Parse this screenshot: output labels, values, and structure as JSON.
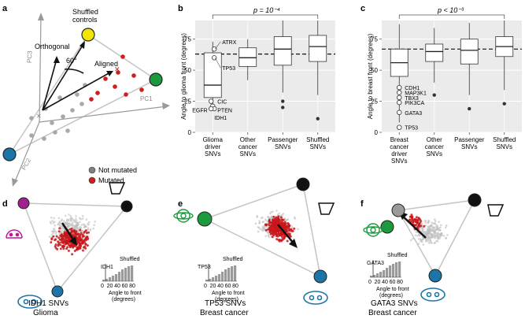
{
  "panel_labels": {
    "a": "a",
    "b": "b",
    "c": "c",
    "d": "d",
    "e": "e",
    "f": "f"
  },
  "panel_a": {
    "axes": {
      "pc1": "PC1",
      "pc2": "PC2",
      "pc3": "PC3"
    },
    "labels": {
      "orthogonal": "Orthogonal",
      "shuffled": "Shuffled\ncontrols",
      "angle": "60°",
      "aligned": "Aligned"
    },
    "legend": [
      {
        "label": "Not mutated",
        "color": "#808080"
      },
      {
        "label": "Mutated",
        "color": "#cc1f1f"
      }
    ],
    "vertex_colors": {
      "yellow": "#f2e600",
      "green": "#1c9a3e",
      "blue": "#1b75a8"
    }
  },
  "chart_data": [
    {
      "id": "b",
      "type": "box",
      "ylabel": "Angle to glioma front (degrees)",
      "ylim": [
        0,
        90
      ],
      "yticks": [
        0,
        25,
        50,
        75
      ],
      "reference_line": 63,
      "pvalue": "p = 10⁻⁴",
      "categories": [
        "Glioma driver SNVs",
        "Other cancer SNVs",
        "Passenger SNVs",
        "Shuffled SNVs"
      ],
      "boxes": [
        {
          "whislo": 19,
          "q1": 28,
          "med": 38,
          "q3": 64,
          "whishi": 73
        },
        {
          "whislo": 42,
          "q1": 53,
          "med": 60,
          "q3": 68,
          "whishi": 75
        },
        {
          "whislo": 32,
          "q1": 54,
          "med": 67,
          "q3": 77,
          "whishi": 90
        },
        {
          "whislo": 30,
          "q1": 57,
          "med": 69,
          "q3": 78,
          "whishi": 90
        }
      ],
      "outliers": [
        {
          "cat": 2,
          "values": [
            25,
            20
          ]
        },
        {
          "cat": 3,
          "values": [
            11
          ]
        }
      ],
      "labeled_points": [
        {
          "label": "ATRX",
          "y": 67
        },
        {
          "label": "TP53",
          "y": 60
        },
        {
          "label": "CIC",
          "y": 25
        },
        {
          "label": "PTEN",
          "y": 19
        },
        {
          "label": "EGFR",
          "y": 19
        },
        {
          "label": "IDH1",
          "y": 19
        }
      ]
    },
    {
      "id": "c",
      "type": "box",
      "ylabel": "Angle to breast front (degrees)",
      "ylim": [
        0,
        90
      ],
      "yticks": [
        0,
        25,
        50,
        75
      ],
      "reference_line": 67,
      "pvalue": "p < 10⁻³",
      "categories": [
        "Breast cancer driver SNVs",
        "Other cancer SNVs",
        "Passenger SNVs",
        "Shuffled SNVs"
      ],
      "boxes": [
        {
          "whislo": 8,
          "q1": 45,
          "med": 56,
          "q3": 67,
          "whishi": 87
        },
        {
          "whislo": 40,
          "q1": 57,
          "med": 65,
          "q3": 71,
          "whishi": 84
        },
        {
          "whislo": 30,
          "q1": 55,
          "med": 66,
          "q3": 75,
          "whishi": 88
        },
        {
          "whislo": 34,
          "q1": 61,
          "med": 69,
          "q3": 77,
          "whishi": 90
        }
      ],
      "outliers": [
        {
          "cat": 1,
          "values": [
            30
          ]
        },
        {
          "cat": 2,
          "values": [
            19
          ]
        },
        {
          "cat": 3,
          "values": [
            23
          ]
        }
      ],
      "labeled_points": [
        {
          "label": "CDH1",
          "y": 36
        },
        {
          "label": "MAP3K1",
          "y": 32
        },
        {
          "label": "TBX3",
          "y": 28
        },
        {
          "label": "PIK3CA",
          "y": 24
        },
        {
          "label": "GATA3",
          "y": 16
        },
        {
          "label": "TP53",
          "y": 4
        }
      ]
    }
  ],
  "bottom_panels": [
    {
      "title": "IDH1 SNVs",
      "subtitle": "Glioma",
      "hist_label": "IDH1",
      "hist_note": "Shuffled",
      "hist_xlabel": "Angle to front\n(degrees)",
      "hist_ticks": [
        "0",
        "20",
        "40",
        "60",
        "80"
      ]
    },
    {
      "title": "TP53 SNVs",
      "subtitle": "Breast cancer",
      "hist_label": "TP53",
      "hist_note": "Shuffled",
      "hist_xlabel": "Angle to front\n(degrees)",
      "hist_ticks": [
        "0",
        "20",
        "40",
        "60",
        "80"
      ]
    },
    {
      "title": "GATA3 SNVs",
      "subtitle": "Breast cancer",
      "hist_label": "GATA3",
      "hist_note": "Shuffled",
      "hist_xlabel": "Angle to front\n(degrees)",
      "hist_ticks": [
        "0",
        "20",
        "40",
        "60",
        "80"
      ]
    }
  ],
  "colors": {
    "panel_bg": "#ebebeb",
    "red": "#c8171b",
    "gray_point": "#a8a8a8",
    "edge": "#bdbdbd"
  }
}
